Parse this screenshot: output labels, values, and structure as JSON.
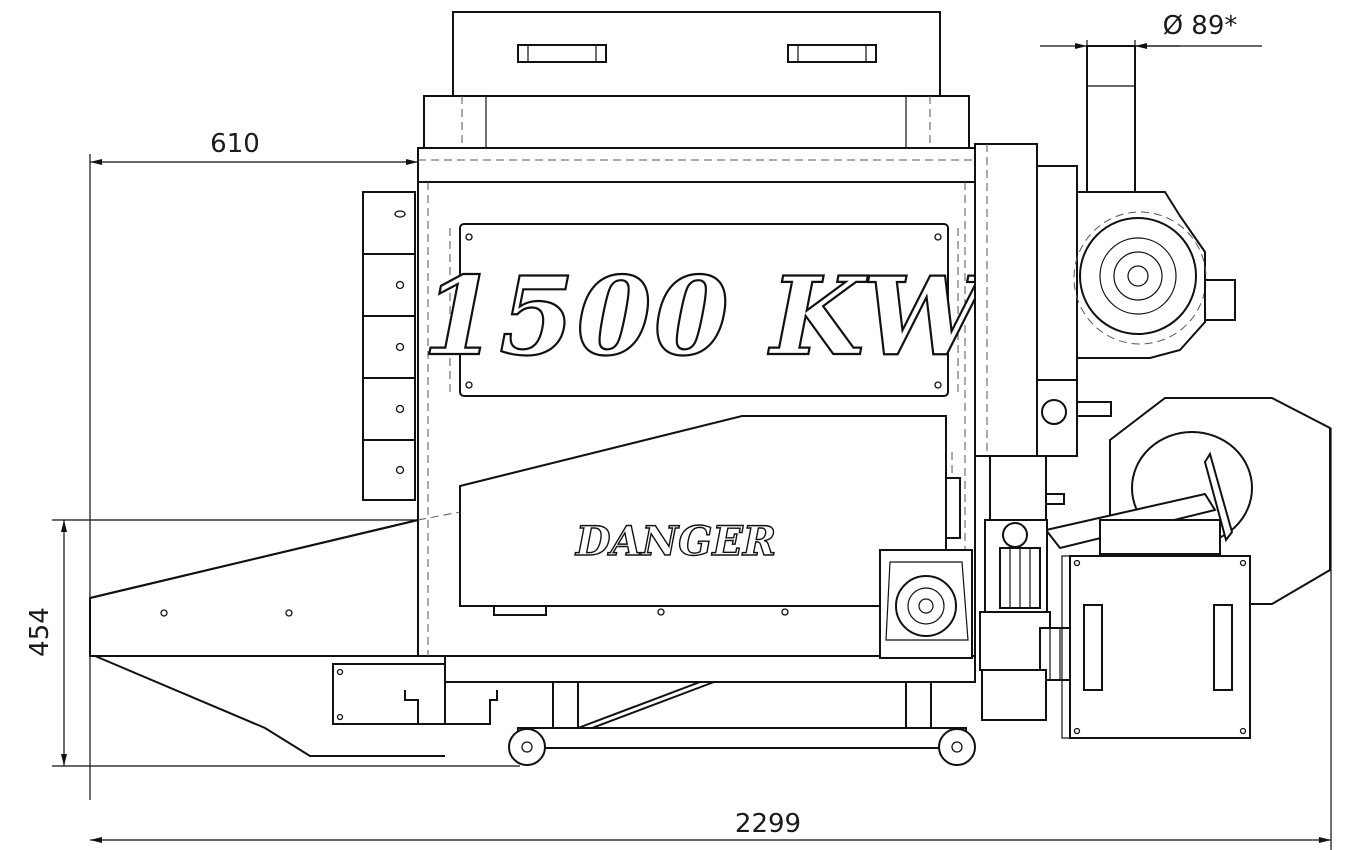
{
  "drawing": {
    "panel_label": "1500 KW",
    "warning_label": "DANGER",
    "dimensions": {
      "top_offset": "610",
      "height": "454",
      "overall_length": "2299",
      "flue_diameter": "Ø 89*"
    }
  }
}
